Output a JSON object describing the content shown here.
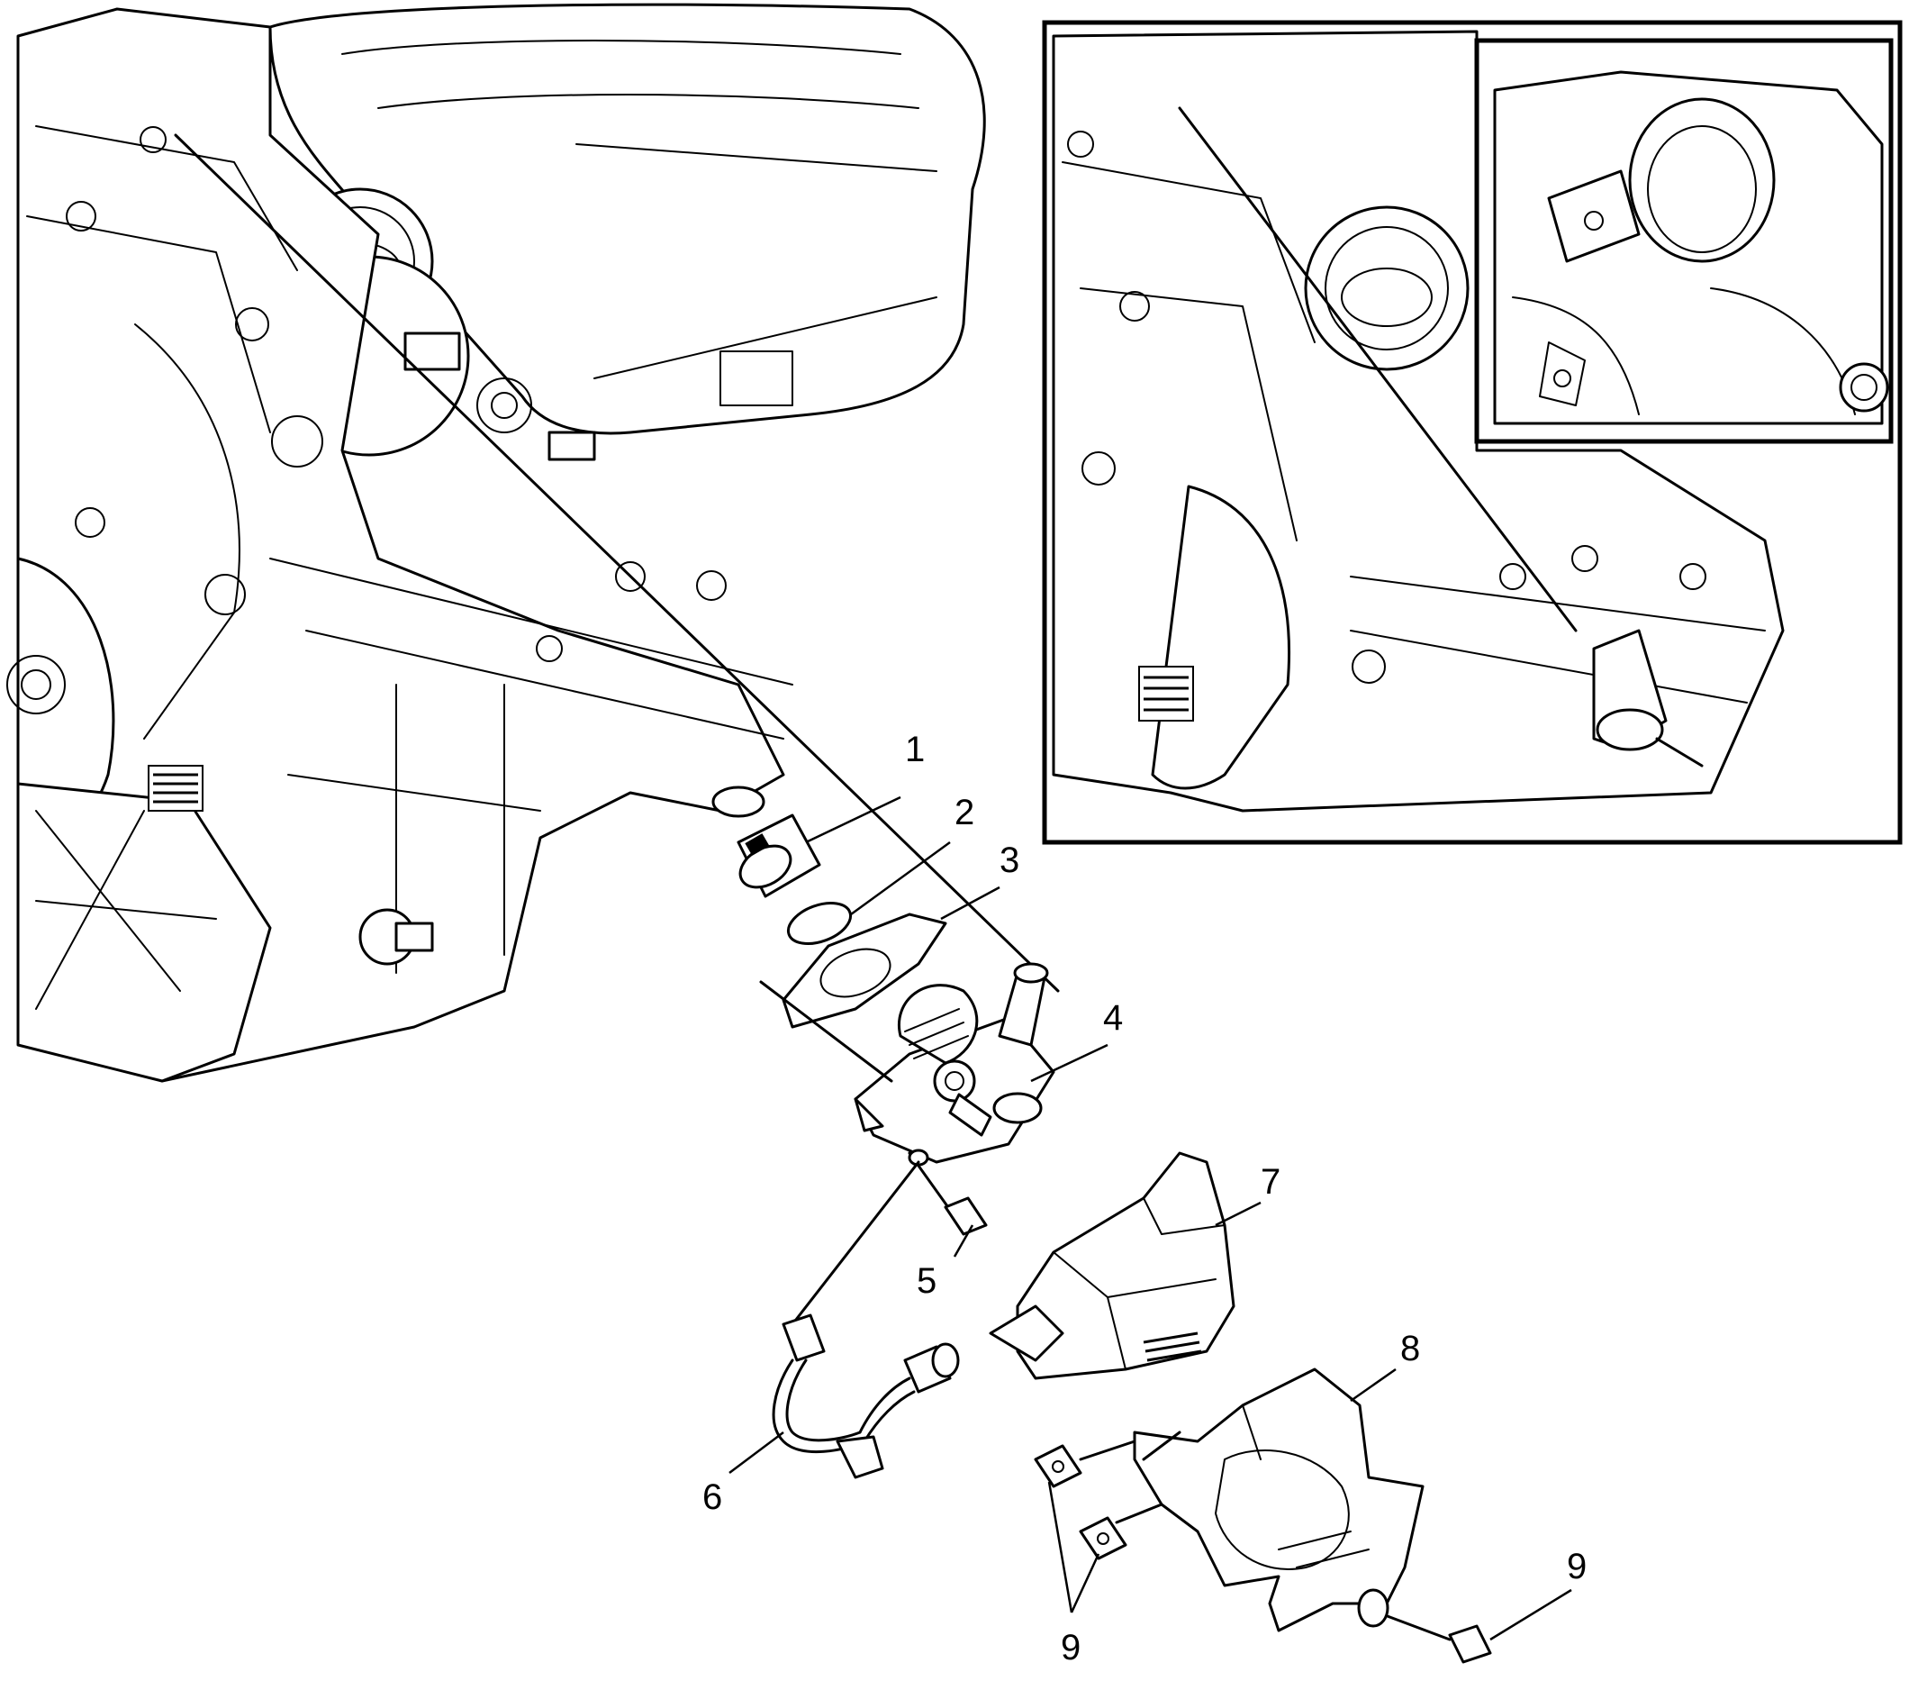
{
  "diagram": {
    "callouts": [
      {
        "id": "c1",
        "label": "1"
      },
      {
        "id": "c2",
        "label": "2"
      },
      {
        "id": "c3",
        "label": "3"
      },
      {
        "id": "c4",
        "label": "4"
      },
      {
        "id": "c5",
        "label": "5"
      },
      {
        "id": "c6",
        "label": "6"
      },
      {
        "id": "c7",
        "label": "7"
      },
      {
        "id": "c8",
        "label": "8"
      },
      {
        "id": "c9a",
        "label": "9"
      },
      {
        "id": "c9b",
        "label": "9"
      }
    ],
    "colors": {
      "line": "#000000",
      "background": "#ffffff"
    }
  }
}
